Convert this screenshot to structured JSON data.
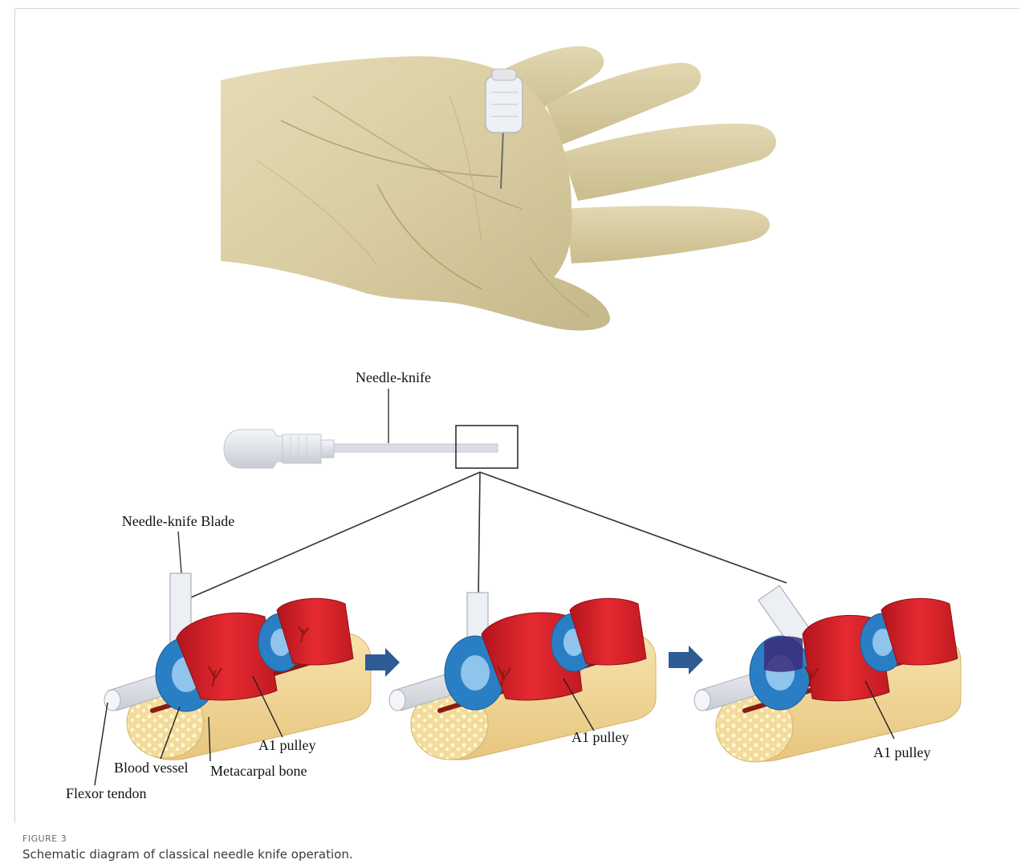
{
  "figure": {
    "labels": {
      "needle_knife": "Needle-knife",
      "needle_knife_blade": "Needle-knife Blade",
      "a1_pulley": "A1 pulley",
      "blood_vessel": "Blood vessel",
      "metacarpal_bone": "Metacarpal bone",
      "flexor_tendon": "Flexor tendon"
    },
    "colors": {
      "bone": "#f2d79c",
      "pulley_red": "#d4202a",
      "sheath_blue": "#2a7fc4",
      "tendon": "#e4e7ec",
      "vessel": "#8b1a12",
      "arrow": "#2f5b94"
    }
  },
  "caption": {
    "label": "FIGURE 3",
    "text": "Schematic diagram of classical needle knife operation."
  }
}
